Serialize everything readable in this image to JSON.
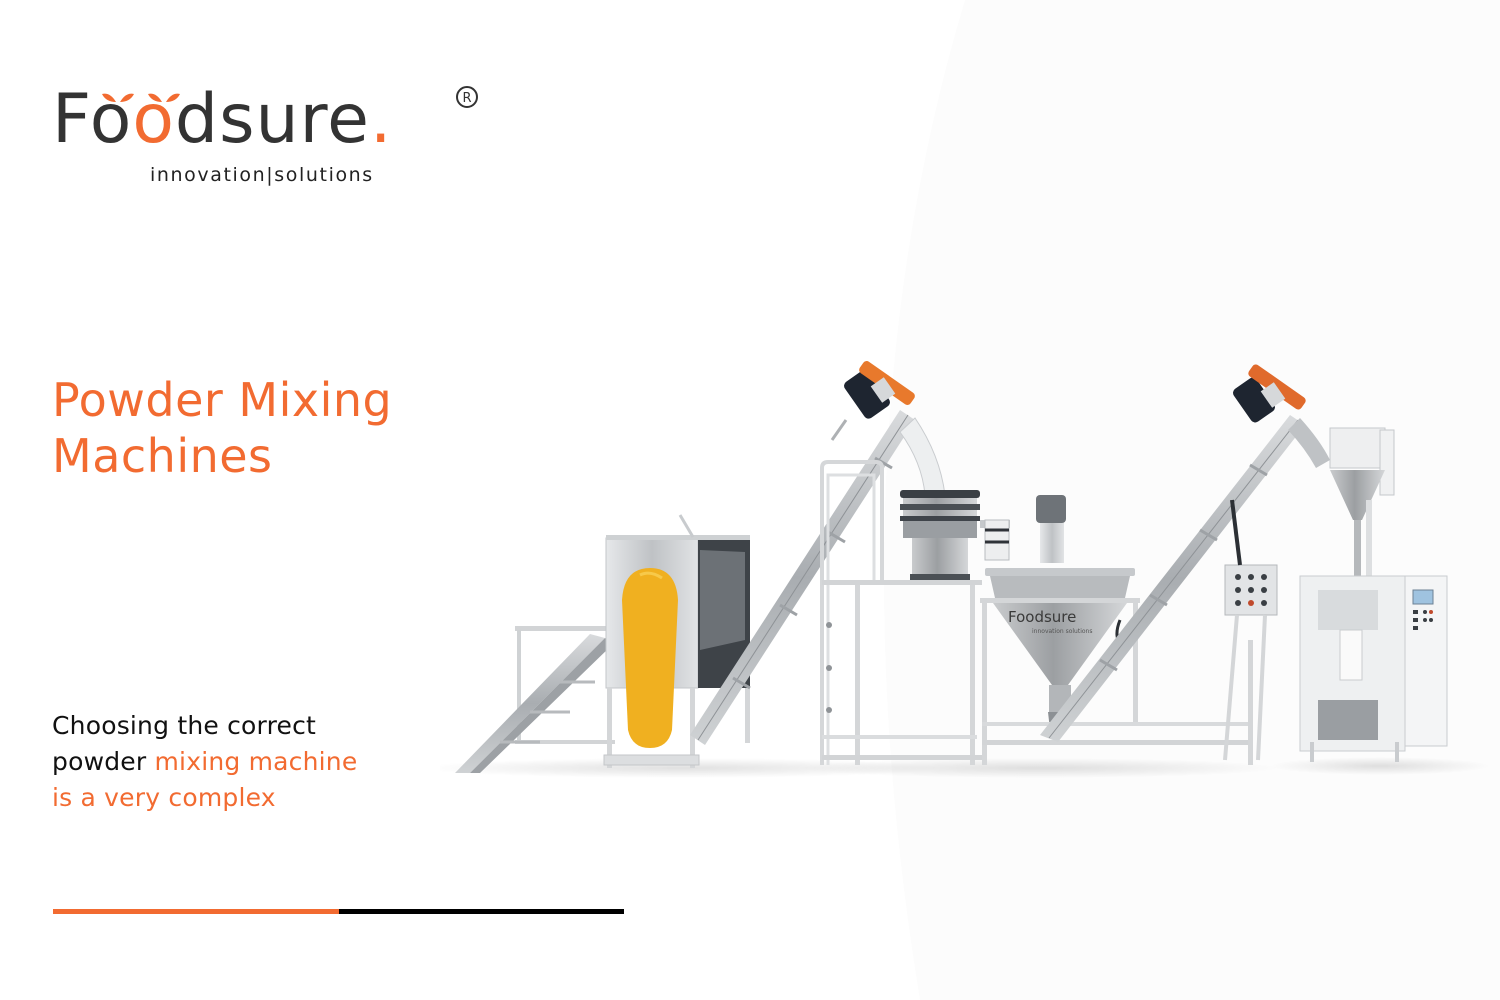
{
  "brand": {
    "name_prefix": "F",
    "name_o1": "o",
    "name_o2": "o",
    "name_suffix": "dsure",
    "dot": ".",
    "registered": "R",
    "tagline": "innovation|solutions",
    "accent_color": "#F26B31",
    "text_color": "#333333"
  },
  "headline": {
    "line1": "Powder Mixing",
    "line2": "Machines"
  },
  "subtext": {
    "part1": "Choosing the correct",
    "part2": "powder ",
    "part3_accent": "mixing machine",
    "part4_accent": "is a very complex"
  },
  "divider": {
    "left_color": "#F26B31",
    "right_color": "#000000"
  },
  "illustration": {
    "description": "Powder mixing production line: ribbon mixer with yellow cover, inclined screw conveyors with orange motor flanges, vibrating sifter on stand, conical hopper mixer with Foodsure logo, control box, vertical packaging machine",
    "hopper_logo": "Foodsure",
    "hopper_tagline": "innovation solutions",
    "colors": {
      "steel": "#C8CACC",
      "yellow_cover": "#F0B020",
      "motor_flange": "#E8792C",
      "motor": "#1E2530",
      "packager_screen": "#9FC3E0"
    }
  }
}
